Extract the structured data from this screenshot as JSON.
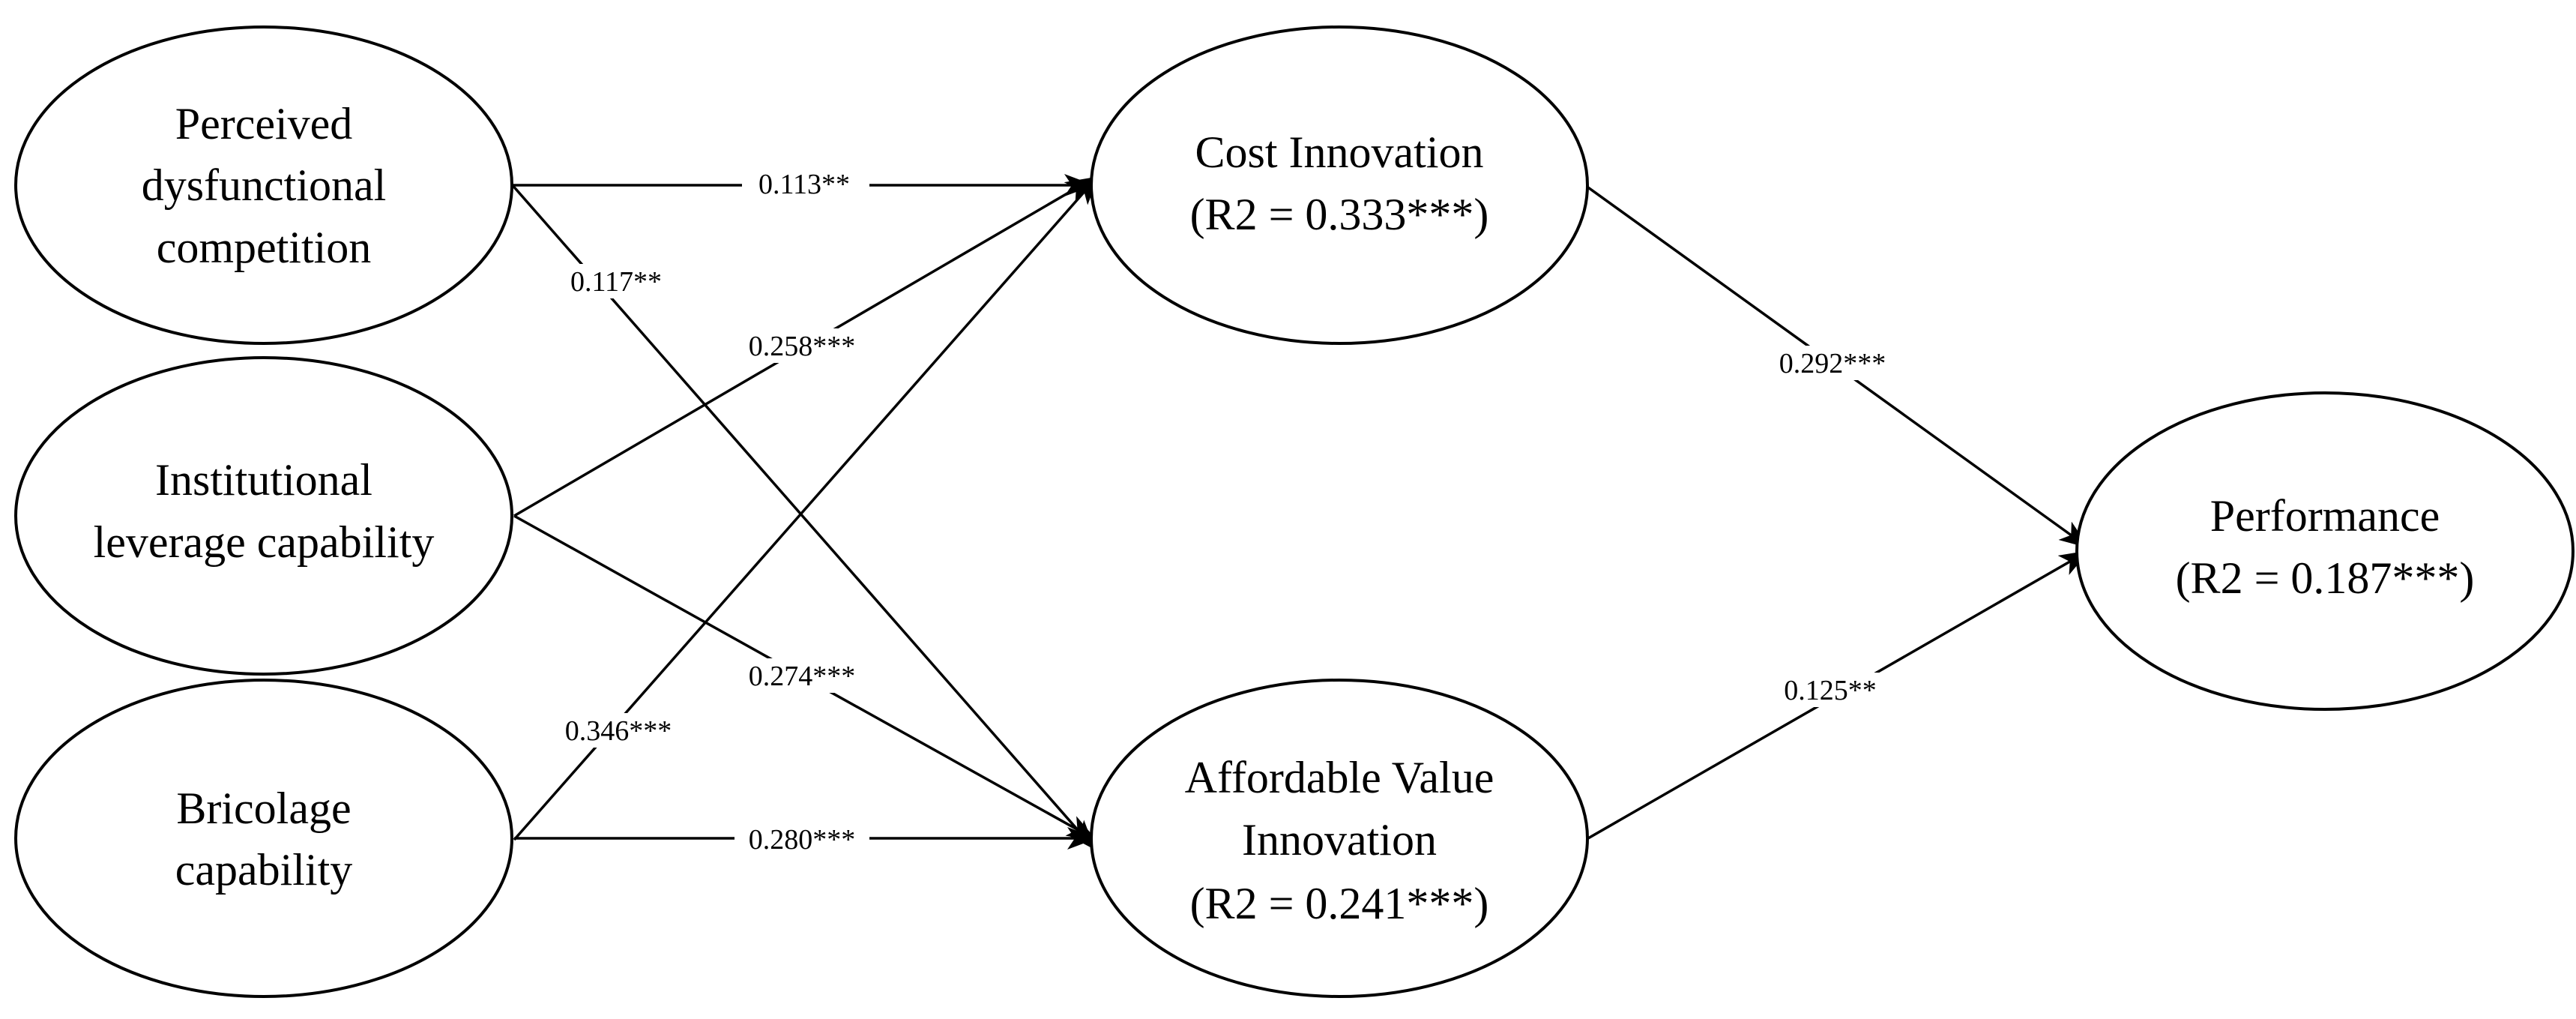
{
  "nodes": {
    "perceived": {
      "lines": [
        "Perceived",
        "dysfunctional",
        "competition"
      ]
    },
    "institutional": {
      "lines": [
        "Institutional",
        "leverage capability"
      ]
    },
    "bricolage": {
      "lines": [
        "Bricolage",
        "capability"
      ]
    },
    "cost": {
      "lines": [
        "Cost Innovation",
        "(R2 = 0.333***)"
      ]
    },
    "affordable": {
      "lines": [
        "Affordable Value",
        "Innovation",
        "(R2 = 0.241***)"
      ]
    },
    "performance": {
      "lines": [
        "Performance",
        "(R2 = 0.187***)"
      ]
    }
  },
  "paths": [
    {
      "from": "perceived",
      "to": "cost",
      "coef": "0.113**"
    },
    {
      "from": "perceived",
      "to": "affordable",
      "coef": "0.117**"
    },
    {
      "from": "institutional",
      "to": "cost",
      "coef": "0.258***"
    },
    {
      "from": "institutional",
      "to": "affordable",
      "coef": "0.274***"
    },
    {
      "from": "bricolage",
      "to": "cost",
      "coef": "0.346***"
    },
    {
      "from": "bricolage",
      "to": "affordable",
      "coef": "0.280***"
    },
    {
      "from": "cost",
      "to": "performance",
      "coef": "0.292***"
    },
    {
      "from": "affordable",
      "to": "performance",
      "coef": "0.125**"
    }
  ],
  "colors": {
    "stroke": "#000000",
    "fill": "#ffffff",
    "text": "#000000"
  }
}
